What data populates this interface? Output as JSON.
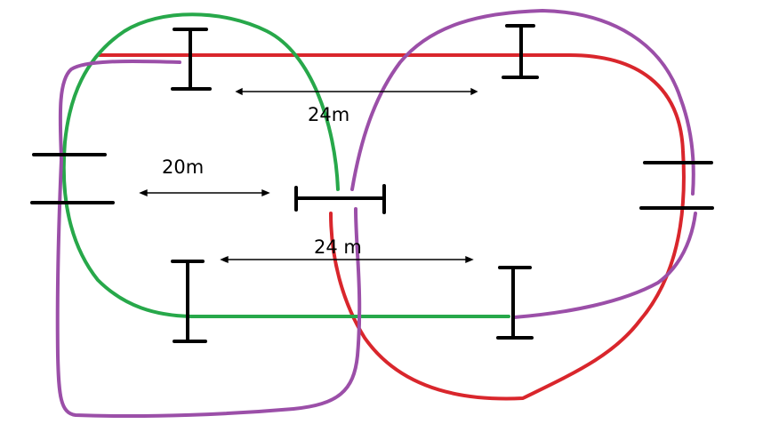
{
  "labels": {
    "top_distance": "24m",
    "middle_distance": "20m",
    "bottom_distance": "24 m"
  },
  "colors": {
    "red": "#d9262c",
    "green": "#27a84a",
    "purple": "#9b4fa8",
    "black": "#000000"
  }
}
